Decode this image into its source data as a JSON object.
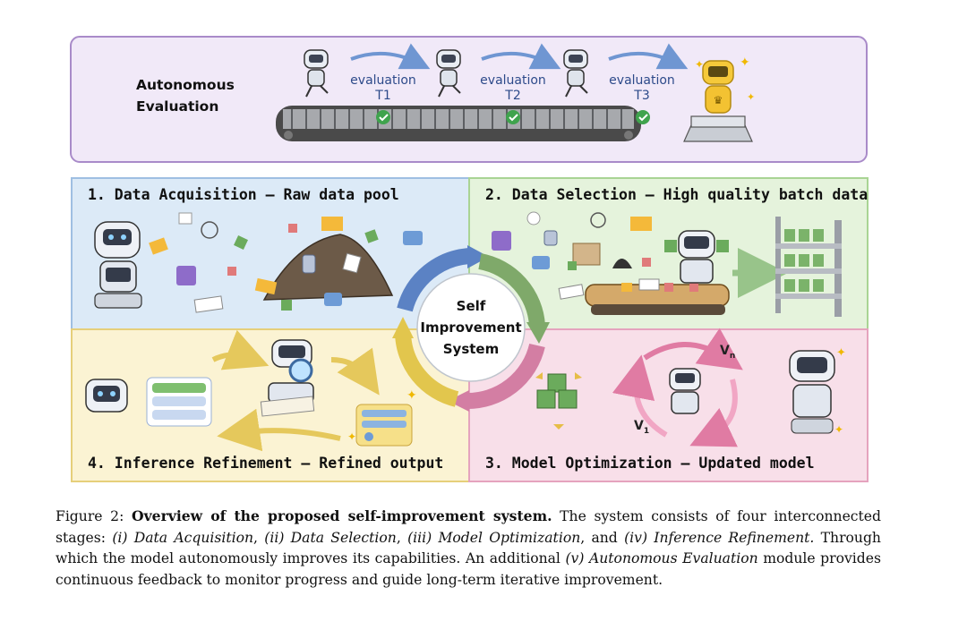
{
  "figure": {
    "evaluation": {
      "title_line1": "Autonomous",
      "title_line2": "Evaluation",
      "steps": [
        {
          "label": "evaluation",
          "sub": "T1"
        },
        {
          "label": "evaluation",
          "sub": "T2"
        },
        {
          "label": "evaluation",
          "sub": "T3"
        }
      ]
    },
    "panels": {
      "acquisition": "1. Data Acquisition — Raw data pool",
      "selection": "2. Data Selection — High quality batch data",
      "optimization": "3. Model Optimization — Updated model",
      "refinement": "4. Inference Refinement — Refined output"
    },
    "center": {
      "line1": "Self",
      "line2": "Improvement",
      "line3": "System"
    },
    "versions": {
      "vn": "V",
      "vn_sub": "n",
      "v1": "V",
      "v1_sub": "1"
    },
    "colors": {
      "eval_bg": "#f1e9f8",
      "eval_border": "#a98bc9",
      "acq_bg": "#dceaf7",
      "sel_bg": "#e5f3dc",
      "opt_bg": "#f8dfe9",
      "ref_bg": "#fbf3d3",
      "blue_arrow": "#5b82c4",
      "green_arrow": "#7fa96a",
      "pink_arrow": "#d37ea3",
      "yellow_arrow": "#e2c64d"
    }
  },
  "caption": {
    "label": "Figure 2:",
    "bold": "Overview of the proposed self-improvement system.",
    "t1": "The system consists of four interconnected stages:",
    "i1": "(i) Data Acquisition",
    "t2": ",",
    "i2": "(ii) Data Selection",
    "t3": ",",
    "i3": "(iii) Model Optimization",
    "t4": ", and",
    "i4": "(iv) Inference Refinement.",
    "t5": "Through which the model autonomously improves its capabilities. An additional",
    "i5": "(v) Autonomous Evaluation",
    "t6": "module provides continuous feedback to monitor progress and guide long-term iterative improvement."
  }
}
